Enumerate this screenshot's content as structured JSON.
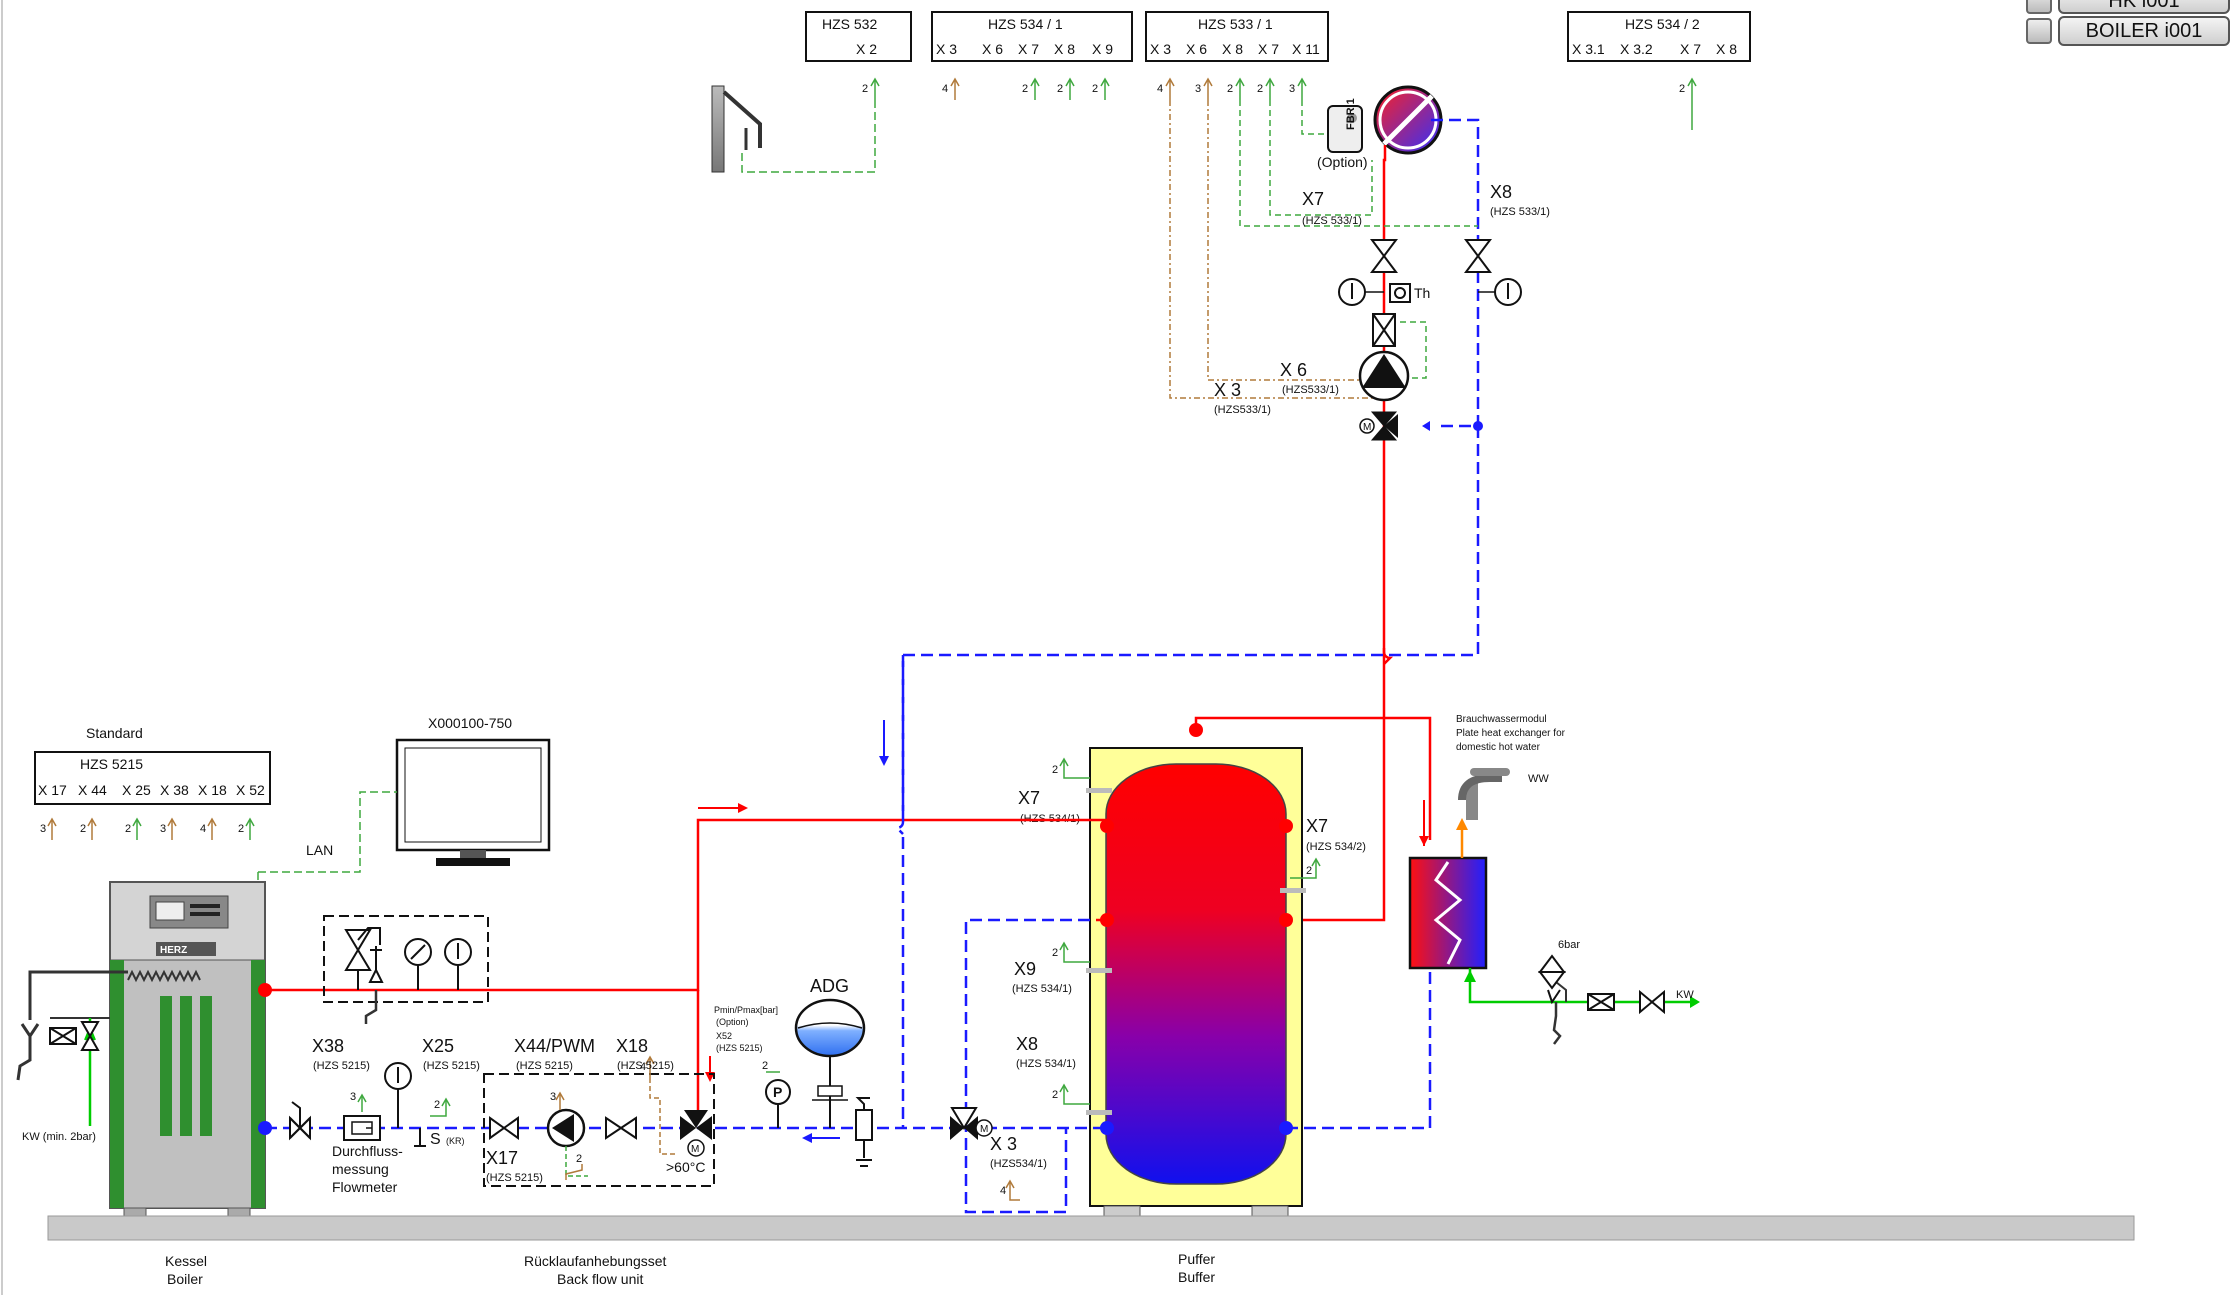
{
  "buttons": {
    "hk": "HK i001",
    "boiler": "BOILER i001"
  },
  "terminal_boxes": {
    "hzs532": {
      "title": "HZS 532",
      "terminals": [
        "X 2"
      ]
    },
    "hzs534_1": {
      "title": "HZS 534 / 1",
      "terminals": [
        "X 3",
        "X 6",
        "X 7",
        "X 8",
        "X 9"
      ]
    },
    "hzs533_1": {
      "title": "HZS 533 / 1",
      "terminals": [
        "X 3",
        "X 6",
        "X 8",
        "X 7",
        "X 11"
      ]
    },
    "hzs534_2": {
      "title": "HZS 534 / 2",
      "terminals": [
        "X 3.1",
        "X 3.2",
        "X 7",
        "X 8"
      ]
    },
    "hzs5215": {
      "caption": "Standard",
      "title": "HZS 5215",
      "terminals": [
        "X 17",
        "X 44",
        "X 25",
        "X 38",
        "X 18",
        "X 52"
      ]
    }
  },
  "pins": {
    "hzs532": [
      "2"
    ],
    "hzs534_1": [
      "4",
      "2",
      "2",
      "2"
    ],
    "hzs533_1": [
      "4",
      "3",
      "2",
      "2",
      "3"
    ],
    "hzs534_2": [
      "2"
    ],
    "hzs5215": [
      "3",
      "2",
      "2",
      "3",
      "4",
      "2"
    ],
    "misc": [
      "2",
      "2",
      "2",
      "2",
      "2",
      "3",
      "4",
      "3",
      "2",
      "2",
      "4"
    ]
  },
  "labels": {
    "monitor": "X000100-750",
    "lan": "LAN",
    "fbr": "FBR 1",
    "option": "(Option)",
    "hc_x7": "X7",
    "hc_x7_sub": "(HZS 533/1)",
    "hc_x8": "X8",
    "hc_x8_sub": "(HZS 533/1)",
    "th": "Th",
    "hc_x6": "X 6",
    "hc_x6_sub": "(HZS533/1)",
    "hc_x3": "X 3",
    "hc_x3_sub": "(HZS533/1)",
    "buf_x7_left": "X7",
    "buf_x7_left_sub": "(HZS 534/1)",
    "buf_x7_right": "X7",
    "buf_x7_right_sub": "(HZS 534/2)",
    "buf_x9": "X9",
    "buf_x9_sub": "(HZS 534/1)",
    "buf_x8": "X8",
    "buf_x8_sub": "(HZS 534/1)",
    "buf_x3": "X 3",
    "buf_x3_sub": "(HZS534/1)",
    "fwm_line1": "Brauchwassermodul",
    "fwm_line2": "Plate heat exchanger for",
    "fwm_line3": "domestic hot water",
    "ww": "WW",
    "bar6": "6bar",
    "kw": "KW",
    "kw_min": "KW (min. 2bar)",
    "adg": "ADG",
    "pminmax": "Pmin/Pmax[bar]",
    "pminmax_opt": "(Option)",
    "x52": "X52",
    "x52_sub": "(HZS 5215)",
    "x38": "X38",
    "x38_sub": "(HZS 5215)",
    "x25": "X25",
    "x25_sub": "(HZS 5215)",
    "x44": "X44/PWM",
    "x44_sub": "(HZS 5215)",
    "x18": "X18",
    "x18_sub": "(HZS 5215)",
    "x17": "X17",
    "x17_sub": "(HZS 5215)",
    "s": "S",
    "s_sub": "(KR)",
    "gt60": ">60°C",
    "flow1": "Durchfluss-",
    "flow2": "messung",
    "flow3": "Flowmeter",
    "p": "P",
    "m": "M",
    "herz": "HERZ",
    "kessel": "Kessel",
    "boiler": "Boiler",
    "rla1": "Rücklaufanhebungsset",
    "rla2": "Back flow unit",
    "puffer1": "Puffer",
    "puffer2": "Buffer"
  },
  "colors": {
    "flow": "#ff0000",
    "return": "#1a1aff",
    "signal": "#3fa83f",
    "sensor_wire": "#b07a3a",
    "buffer_jacket": "#ffff99",
    "boiler_green": "#2f8f2f",
    "boiler_grey": "#c8c8c8"
  }
}
